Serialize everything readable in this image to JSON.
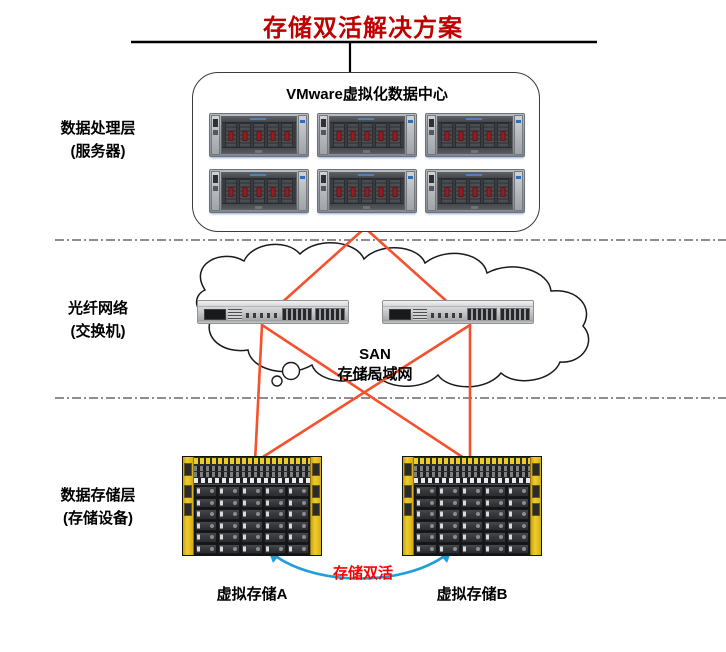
{
  "title": "存储双活解决方案",
  "layers": [
    {
      "name": "compute",
      "line1": "数据处理层",
      "line2": "(服务器)"
    },
    {
      "name": "network",
      "line1": "光纤网络",
      "line2": "(交换机)"
    },
    {
      "name": "storage",
      "line1": "数据存储层",
      "line2": "(存储设备)"
    }
  ],
  "compute": {
    "box_title": "VMware虚拟化数据中心",
    "server_count": 6
  },
  "network": {
    "cloud_label_line1": "SAN",
    "cloud_label_line2": "存储局域网",
    "switches": [
      {
        "id": "switch-a"
      },
      {
        "id": "switch-b"
      }
    ]
  },
  "storage": {
    "arrays": [
      {
        "id": "storage-a",
        "label": "虚拟存储A"
      },
      {
        "id": "storage-b",
        "label": "虚拟存储B"
      }
    ],
    "link_label": "存储双活"
  },
  "colors": {
    "title_red": "#c00000",
    "link_red": "#ff0000",
    "connector_orange": "#f4512c",
    "link_blue": "#1f9ed9",
    "rail_yellow": "#efcb2a",
    "text_black": "#000000"
  }
}
